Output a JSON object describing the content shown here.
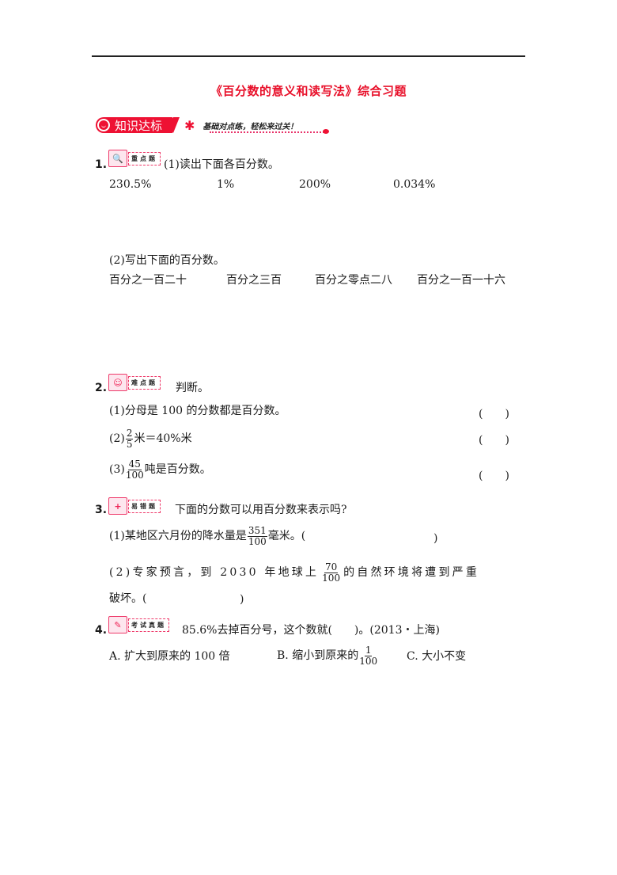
{
  "title": "《百分数的意义和读写法》综合习题",
  "banner": {
    "label": "知识达标",
    "star": "✱",
    "subtitle": "基础对点练，轻松来过关！",
    "accent_color": "#ee1133"
  },
  "questions": [
    {
      "number": "1.",
      "badge": {
        "icon": "magnifier-book-icon",
        "label": "重点题"
      },
      "parts": [
        {
          "prompt": "(1)读出下面各百分数。",
          "items": [
            "230.5%",
            "1%",
            "200%",
            "0.034%"
          ]
        },
        {
          "prompt": "(2)写出下面的百分数。",
          "items": [
            "百分之一百二十",
            "百分之三百",
            "百分之零点二八",
            "百分之一百一十六"
          ]
        }
      ]
    },
    {
      "number": "2.",
      "badge": {
        "icon": "face-box-icon",
        "label": "难点题"
      },
      "prompt": "判断。",
      "items": [
        {
          "prefix": "(1)",
          "text": "分母是 100 的分数都是百分数。",
          "answer_blank": "(　　)"
        },
        {
          "prefix": "(2)",
          "frac_num": "2",
          "frac_den": "5",
          "text": "米＝40%米",
          "answer_blank": "(　　)"
        },
        {
          "prefix": "(3)",
          "frac_num": "45",
          "frac_den": "100",
          "text": "吨是百分数。",
          "answer_blank": "(　　)"
        }
      ]
    },
    {
      "number": "3.",
      "badge": {
        "icon": "first-aid-kit-icon",
        "label": "易错题"
      },
      "prompt": "下面的分数可以用百分数来表示吗?",
      "items": [
        {
          "prefix": "(1)",
          "text_before": "某地区六月份的降水量是",
          "frac_num": "351",
          "frac_den": "100",
          "text_after": "毫米。(",
          "close": ")"
        },
        {
          "prefix": "(2)",
          "text_before": "专家预言，到 2030 年地球上",
          "frac_num": "70",
          "frac_den": "100",
          "text_after": "的自然环境将遭到严重",
          "line2": "破坏。(",
          "close": ")"
        }
      ]
    },
    {
      "number": "4.",
      "badge": {
        "icon": "exam-paper-icon",
        "label": "考试真题"
      },
      "prompt": "85.6%去掉百分号，这个数就(　　)。(2013・上海)",
      "options": [
        {
          "text": "A. 扩大到原来的 100 倍"
        },
        {
          "text": "B. 缩小到原来的",
          "frac_num": "1",
          "frac_den": "100"
        },
        {
          "text": "C. 大小不变"
        }
      ]
    }
  ]
}
